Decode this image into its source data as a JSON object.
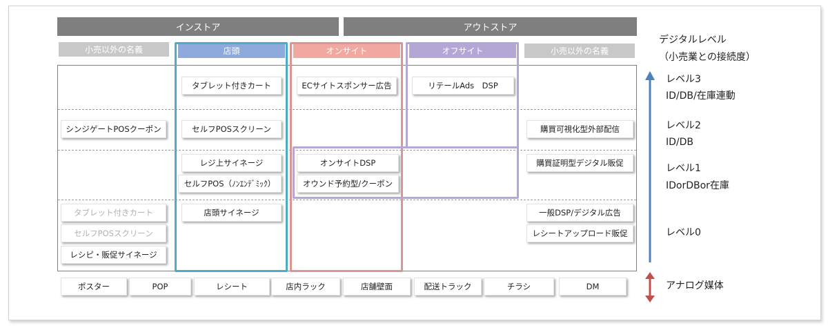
{
  "headers": {
    "instore": "インストア",
    "outstore": "アウトストア"
  },
  "subheaders": {
    "non_retail_left": "小売以外の名義",
    "storefront": "店頭",
    "onsite": "オンサイト",
    "offsite": "オフサイト",
    "non_retail_right": "小売以外の名義"
  },
  "boxes": {
    "tablet_cart": "タブレット付きカート",
    "ec_sponsor_ad": "ECサイトスポンサー広告",
    "retail_ads_dsp": "リテールAds　DSP",
    "signage_pos_coupon": "シンジゲートPOSクーポン",
    "self_pos_screen": "セルフPOSスクリーン",
    "purchase_visual_ad": "購買可視化型外部配信",
    "register_signage": "レジ上サイネージ",
    "onsite_dsp": "オンサイトDSP",
    "purchase_proof_promo": "購買証明型デジタル販促",
    "self_pos_non_edemic": "セルフPOS（ﾉﾝｴﾝﾃﾞﾐｯｸ）",
    "owned_reservation_coupon": "オウンド予約型/クーポン",
    "store_signage": "店頭サイネージ",
    "general_dsp_ad": "一般DSP/デジタル広告",
    "faded_tablet_cart": "タブレット付きカート",
    "faded_self_pos": "セルフPOSスクリーン",
    "receipt_upload_promo": "レシートアップロード販促",
    "recipe_promo_signage": "レシピ・販促サイネージ"
  },
  "analog_items": [
    "ポスター",
    "POP",
    "レシート",
    "店内ラック",
    "店舗壁面",
    "配送トラック",
    "チラシ",
    "DM"
  ],
  "right": {
    "title_line1": "デジタルレベル",
    "title_line2": "（小売業との接続度）",
    "level3_line1": "レベル3",
    "level3_line2": "ID/DB/在庫連動",
    "level2_line1": "レベル2",
    "level2_line2": "ID/DB",
    "level1_line1": "レベル1",
    "level1_line2": "IDorDBor在庫",
    "level0_line1": "レベル0",
    "analog_label": "アナログ媒体"
  },
  "colors": {
    "arrow_blue": "#4f81bd",
    "arrow_red": "#c0504d"
  }
}
